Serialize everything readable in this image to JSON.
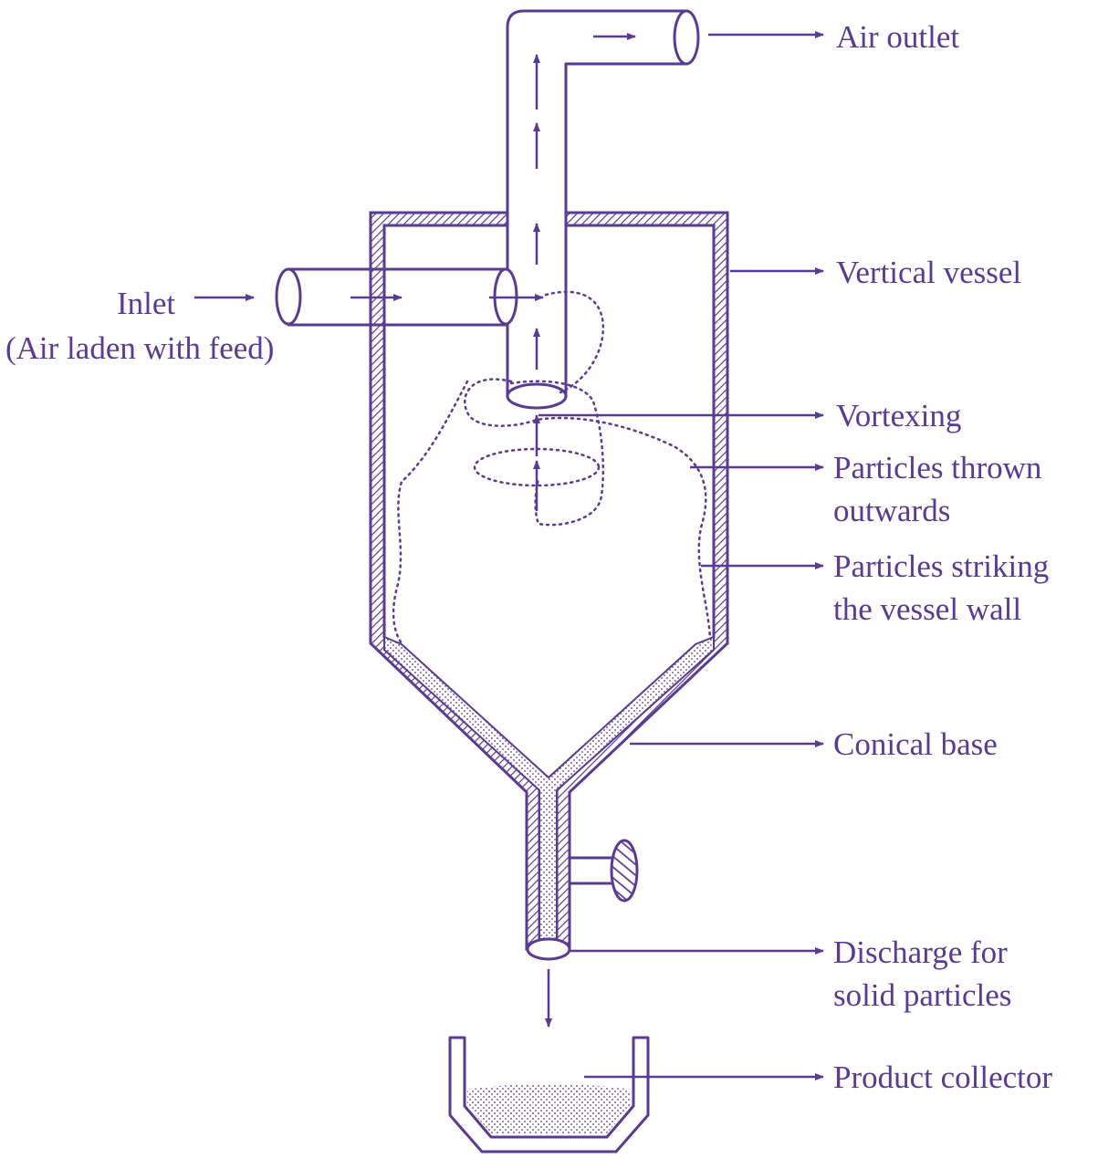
{
  "colors": {
    "ink": "#5a3a92",
    "hatch": "#5a3a92",
    "background": "#ffffff"
  },
  "labels": {
    "air_outlet": "Air outlet",
    "vertical_vessel": "Vertical vessel",
    "inlet_line1": "Inlet",
    "inlet_line2": "(Air laden with feed)",
    "vortexing": "Vortexing",
    "particles_thrown_line1": "Particles thrown",
    "particles_thrown_line2": "outwards",
    "particles_striking_line1": "Particles striking",
    "particles_striking_line2": "the vessel wall",
    "conical_base": "Conical base",
    "discharge_line1": "Discharge for",
    "discharge_line2": "solid particles",
    "product_collector": "Product collector"
  }
}
